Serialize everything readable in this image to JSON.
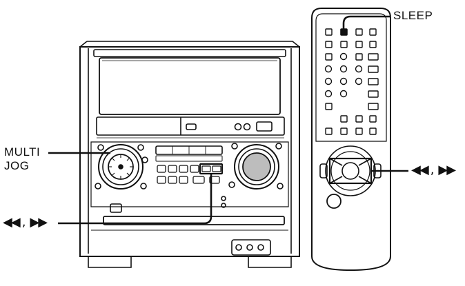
{
  "labels": {
    "sleep": "SLEEP",
    "multi": "MULTI",
    "jog": "JOG",
    "skip_remote_left": "◀◀",
    "skip_remote_comma": ",",
    "skip_remote_right": "▶▶",
    "skip_unit_left": "◀◀",
    "skip_unit_comma": ",",
    "skip_unit_right": "▶▶"
  }
}
